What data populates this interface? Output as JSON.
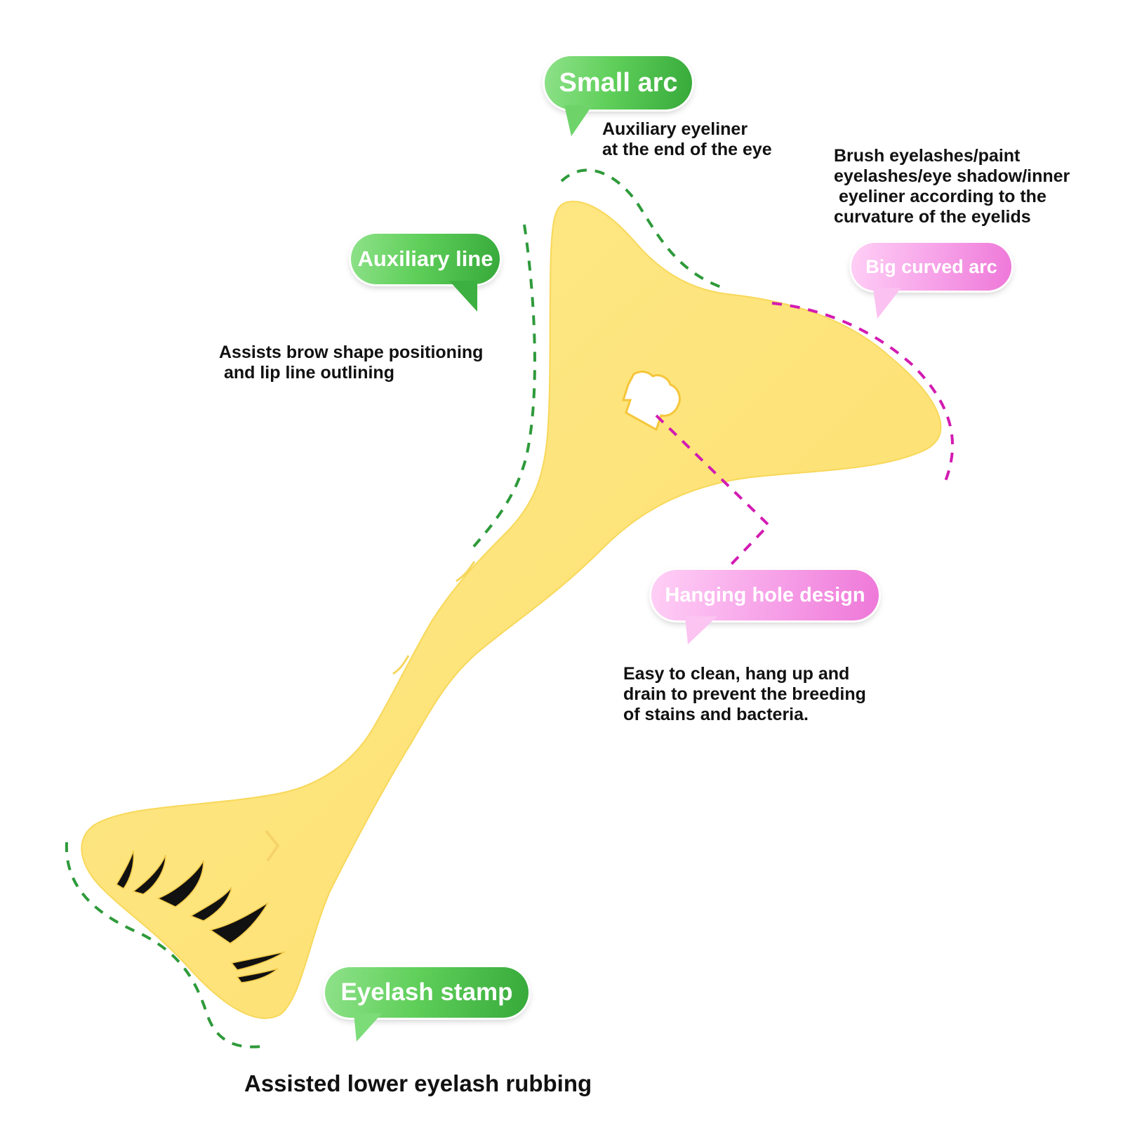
{
  "colors": {
    "tool_yellow": "#fde47a",
    "tool_edge": "#f6cf45",
    "green_dash": "#2e9a3a",
    "pink_dash": "#d31bb2",
    "green_bubble": "#4fc24c",
    "pink_bubble": "#f49be5",
    "lash": "#111111"
  },
  "callouts": {
    "small_arc": {
      "title": "Small arc",
      "description": "Auxiliary eyeliner\nat the end of the eye"
    },
    "big_curved_arc": {
      "title": "Big curved arc",
      "description": "Brush eyelashes/paint\neyelashes/eye shadow/inner\n eyeliner according to the\ncurvature of the eyelids"
    },
    "auxiliary_line": {
      "title": "Auxiliary line",
      "description": "Assists brow shape positioning\n and lip line outlining"
    },
    "hanging_hole": {
      "title": "Hanging hole design",
      "description": "Easy to clean, hang up and\ndrain to prevent the breeding\nof stains and bacteria."
    },
    "eyelash_stamp": {
      "title": "Eyelash stamp",
      "description": "Assisted lower eyelash rubbing"
    }
  }
}
